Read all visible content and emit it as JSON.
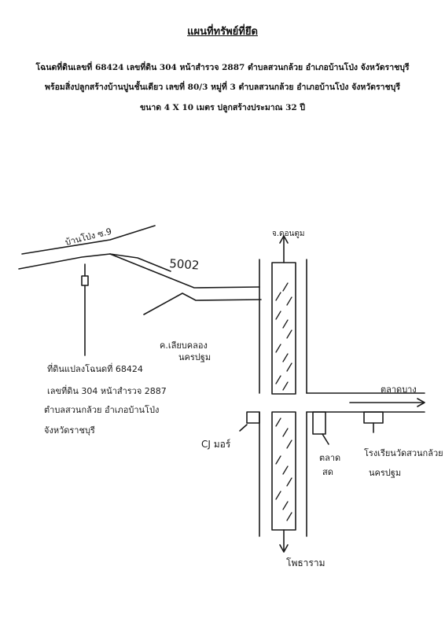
{
  "header": {
    "title": "แผนที่ทรัพย์ที่ยึด",
    "line1": "โฉนดที่ดินเลขที่  68424  เลขที่ดิน 304 หน้าสำรวจ 2887  ตำบลสวนกล้วย อำเภอบ้านโป่ง  จังหวัดราชบุรี",
    "line2": "พร้อมสิ่งปลูกสร้างบ้านปูนชั้นเดียว เลขที่ 80/3  หมู่ที่ 3  ตำบลสวนกล้วย อำเภอบ้านโป่ง  จังหวัดราชบุรี",
    "line3": "ขนาด  4 X 10  เมตร ปลูกสร้างประมาณ 32 ปี"
  },
  "map": {
    "label_top": "จ.ดอนตูม",
    "label_soi": "บ้านโป่ง ซ.9",
    "label_road_number": "5002",
    "label_canal_1": "ค.เลียบคลอง",
    "label_canal_2": "นครปฐม",
    "label_east": "ตลาดบาง",
    "label_property_1": "ที่ดินแปลงโฉนดที่ 68424",
    "label_property_2": "เลขที่ดิน 304 หน้าสำรวจ 2887",
    "label_property_3": "ตำบลสวนกล้วย อำเภอบ้านโป่ง",
    "label_property_4": "จังหวัดราชบุรี",
    "label_shop": "CJ มอร์",
    "label_market_1": "ตลาด",
    "label_market_2": "สด",
    "label_school_1": "โรงเรียนวัดสวนกล้วย",
    "label_school_2": "นครปฐม",
    "label_bottom": "โพธาราม"
  }
}
